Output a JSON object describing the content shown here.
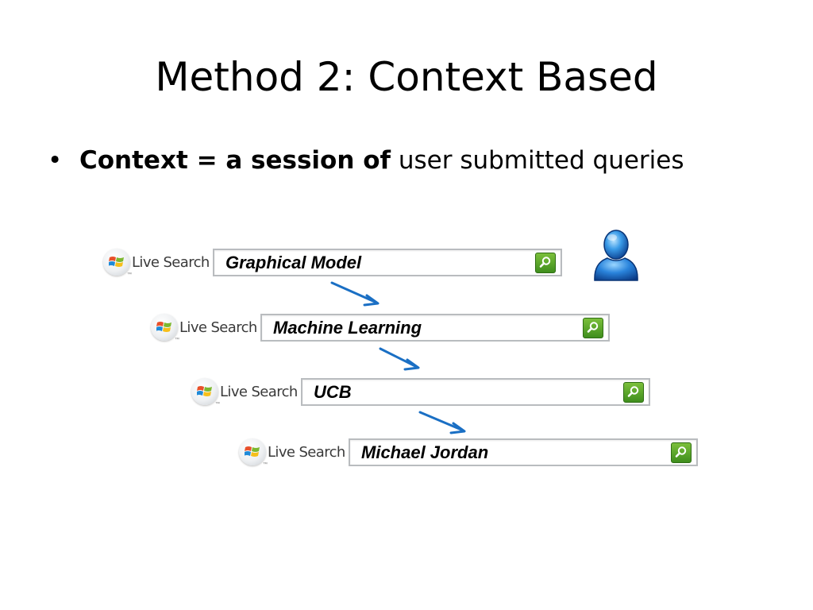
{
  "slide": {
    "title": "Method 2: Context Based",
    "bullet": {
      "marker": "•",
      "bold_text": "Context = a session of",
      "normal_text": "user submitted queries"
    }
  },
  "search_sessions": [
    {
      "brand": "Live Search",
      "query": "Graphical Model"
    },
    {
      "brand": "Live Search",
      "query": "Machine Learning"
    },
    {
      "brand": "Live Search",
      "query": "UCB"
    },
    {
      "brand": "Live Search",
      "query": "Michael Jordan"
    }
  ],
  "icons": {
    "logo": "windows-flag-icon",
    "search": "magnifier-icon",
    "user": "user-icon",
    "arrow": "arrow-down-right-icon"
  },
  "colors": {
    "arrow": "#1a6fc4",
    "search_button": "#4f9e26",
    "user": "#1e6fd0"
  }
}
